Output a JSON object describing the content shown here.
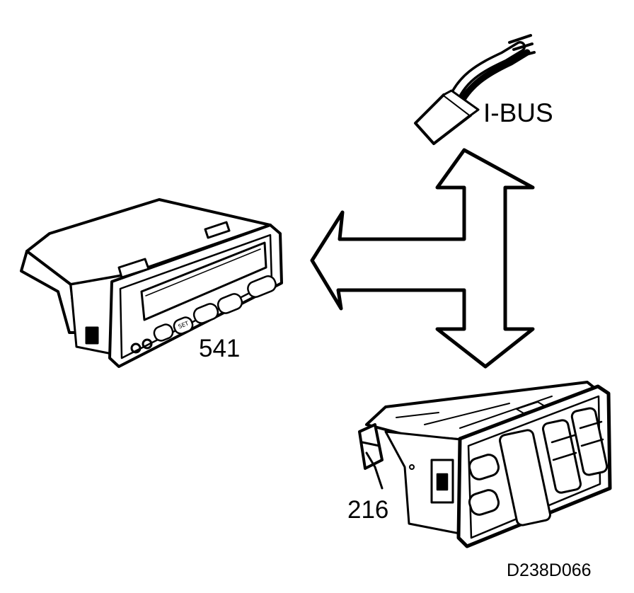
{
  "labels": {
    "bus": "I-BUS",
    "display_unit": "541",
    "climate_unit": "216",
    "drawing_ref": "D238D066"
  },
  "display_unit_buttons": [
    "SET"
  ]
}
